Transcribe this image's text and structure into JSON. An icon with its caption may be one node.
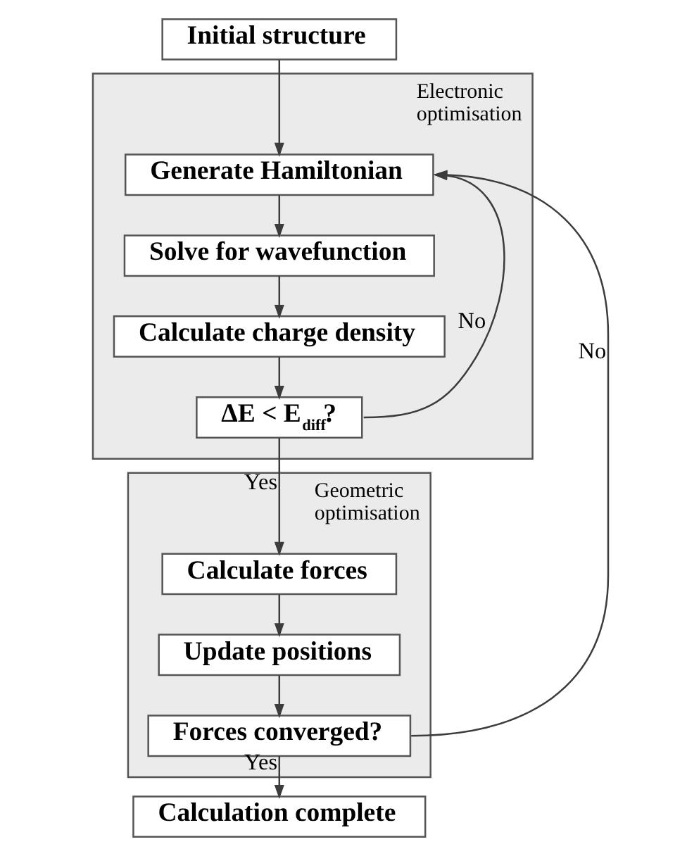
{
  "diagram": {
    "nodes": [
      {
        "text": [
          "Initial structure"
        ]
      },
      {
        "text": [
          "Electronic optimisation"
        ]
      },
      {
        "text": [
          "Generate Hamiltonian"
        ],
        "in": 1
      },
      {
        "text": [
          "Solve for wavefunction"
        ],
        "in": 1
      },
      {
        "text": [
          "Calculate charge density"
        ],
        "in": 1
      },
      {
        "text": [
          "ΔE < E$_{diff}$?"
        ],
        "in": 1
      },
      {
        "text": [
          "Geometric optimisation"
        ]
      },
      {
        "text": [
          "Calculate forces"
        ],
        "in": 6
      },
      {
        "text": [
          "Update positions"
        ],
        "in": 6
      },
      {
        "text": [
          "Forces converged?"
        ],
        "in": 6
      },
      {
        "text": [
          "Calculation complete"
        ]
      }
    ],
    "edges": [
      {
        "from": 0,
        "to": 2,
        "arrow": "to"
      },
      {
        "from": 2,
        "to": 3,
        "arrow": "to"
      },
      {
        "from": 3,
        "to": 4,
        "arrow": "to"
      },
      {
        "from": 4,
        "to": 5,
        "arrow": "to"
      },
      {
        "from": 5,
        "to": 2,
        "arrow": "to",
        "label": "No"
      },
      {
        "from": 5,
        "to": 7,
        "arrow": "to",
        "label": "Yes"
      },
      {
        "from": 7,
        "to": 8,
        "arrow": "to"
      },
      {
        "from": 8,
        "to": 9,
        "arrow": "to"
      },
      {
        "from": 9,
        "to": 2,
        "arrow": "to",
        "label": "No"
      },
      {
        "from": 9,
        "to": 10,
        "arrow": "to",
        "label": "Yes"
      }
    ]
  }
}
